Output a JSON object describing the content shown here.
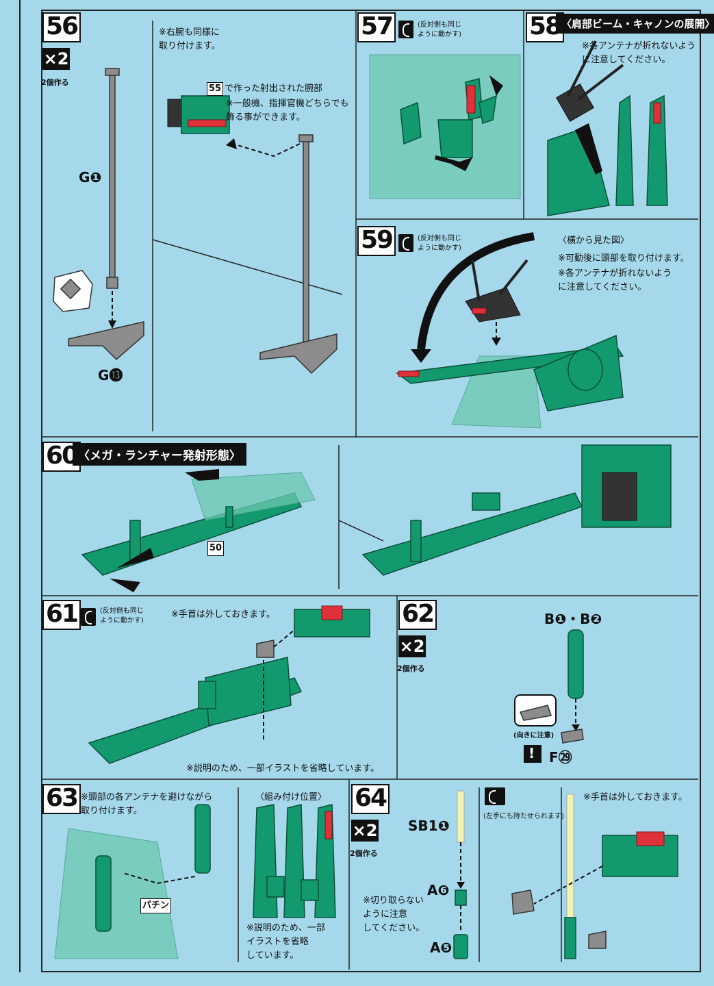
{
  "steps": {
    "s56": {
      "num": "56",
      "multiplier": "×2",
      "make_two": "2個作る",
      "note_right_arm": "※右腕も同様に\n取り付けます。",
      "note_ref": "55",
      "note_ref_text": "で作った射出された腕部",
      "note_display": "※一般機、指揮官機どちらでも\n飾る事ができます。",
      "part_rod": "G❶",
      "part_base": "G⓭"
    },
    "s57": {
      "num": "57",
      "mirror_note": "(反対側も同じ\nように動かす)"
    },
    "s58": {
      "num": "58",
      "title": "〈肩部ビーム・キャノンの展開〉",
      "note": "※各アンテナが折れないよう\nに注意してください。"
    },
    "s59": {
      "num": "59",
      "mirror_note": "(反対側も同じ\nように動かす)",
      "side_view": "〈横から見た図〉",
      "note1": "※可動後に頭部を取り付けます。",
      "note2": "※各アンテナが折れないよう\nに注意してください。"
    },
    "s60": {
      "num": "60",
      "title": "〈メガ・ランチャー発射形態〉",
      "ref": "50"
    },
    "s61": {
      "num": "61",
      "mirror_note": "(反対側も同じ\nように動かす)",
      "note_wrist": "※手首は外しておきます。",
      "note_omit": "※説明のため、一部イラストを省略しています。"
    },
    "s62": {
      "num": "62",
      "multiplier": "×2",
      "make_two": "2個作る",
      "parts": "B❶・B❷",
      "orientation": "(向きに注意)",
      "warning": "!",
      "part_f": "F㉙"
    },
    "s63": {
      "num": "63",
      "note": "※頭部の各アンテナを避けながら\n取り付けます。",
      "position": "〈組み付け位置〉",
      "snap": "パチン",
      "note_omit": "※説明のため、一部\nイラストを省略\nしています。"
    },
    "s64": {
      "num": "64",
      "multiplier": "×2",
      "make_two": "2個作る",
      "part_sb": "SB1❶",
      "part_a6": "A❻",
      "part_a5": "A❺",
      "note_cut": "※切り取らない\nように注意\nしてください。",
      "left_hand": "(左手にも持たせられます)",
      "note_wrist": "※手首は外しておきます。"
    }
  },
  "colors": {
    "background": "#a6d8ec",
    "part_green": "#129a6e",
    "accent_red": "#e0313a",
    "stand_grey": "#8c8c8c"
  }
}
